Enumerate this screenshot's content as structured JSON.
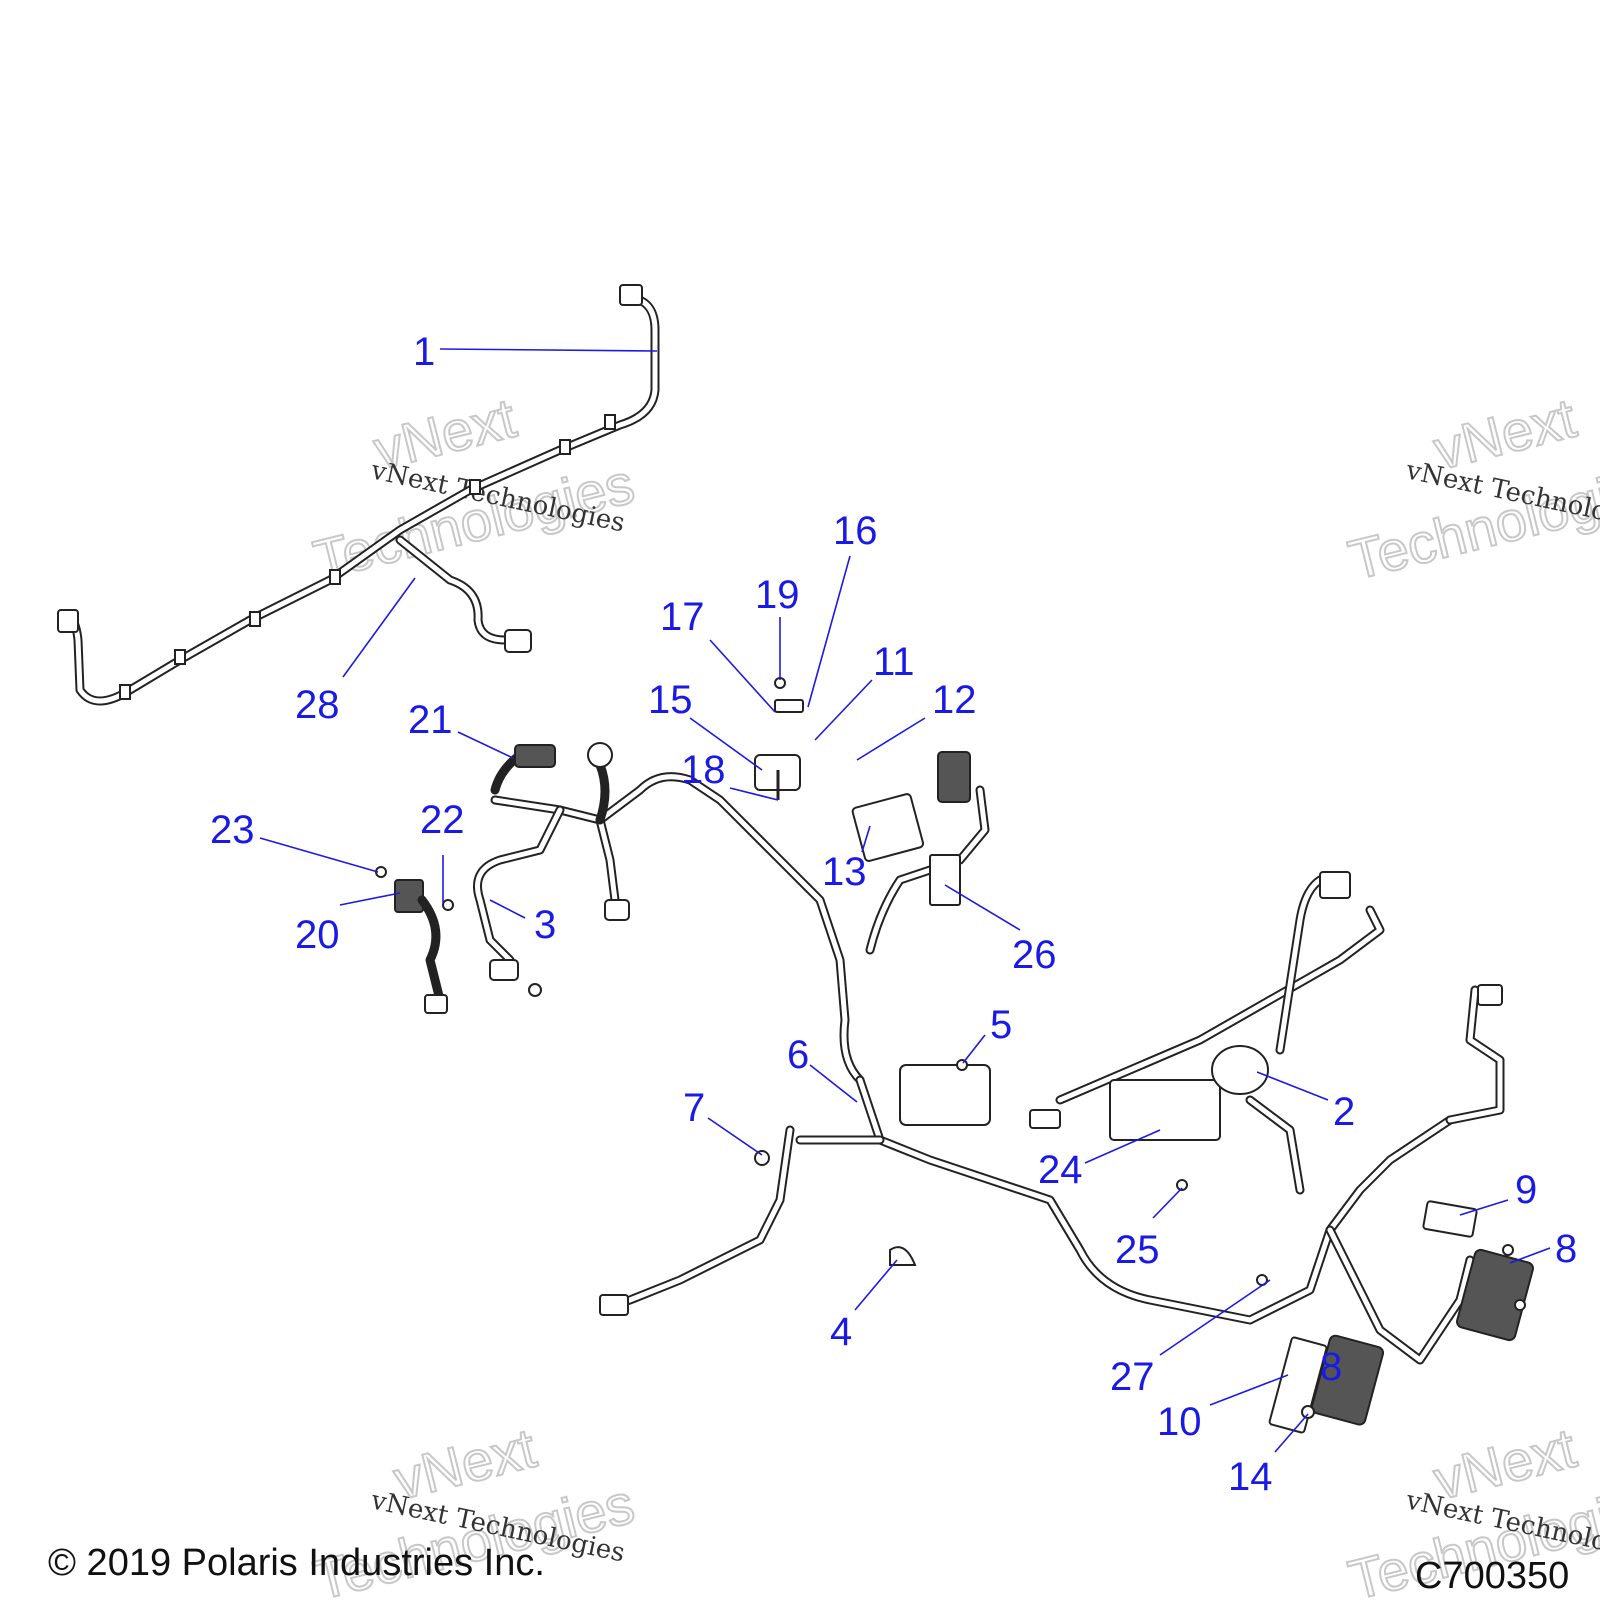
{
  "watermark": {
    "line_small": "vNext Technologies",
    "line_big_1": "vNext",
    "line_big_2": "Technologies"
  },
  "copyright": "© 2019 Polaris Industries Inc.",
  "drawing_code": "C700350",
  "callouts": [
    "1",
    "2",
    "3",
    "4",
    "5",
    "6",
    "7",
    "8",
    "8",
    "9",
    "10",
    "11",
    "12",
    "13",
    "14",
    "15",
    "16",
    "17",
    "18",
    "19",
    "20",
    "21",
    "22",
    "23",
    "24",
    "25",
    "26",
    "27",
    "28"
  ]
}
